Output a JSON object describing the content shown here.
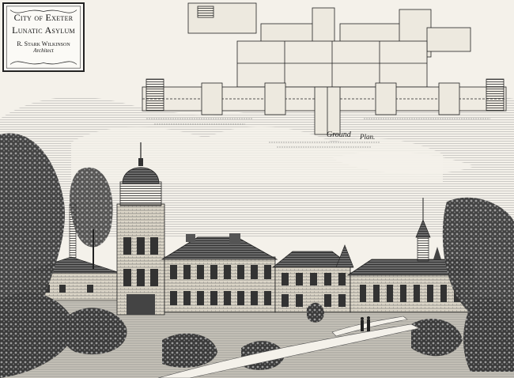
{
  "cartouche": {
    "line1": "City of Exeter",
    "line2": "Lunatic Asylum",
    "architect": "R. Stark Wilkinson",
    "role": "Architect"
  },
  "plan": {
    "title": "Ground",
    "subtitle": "Plan."
  }
}
